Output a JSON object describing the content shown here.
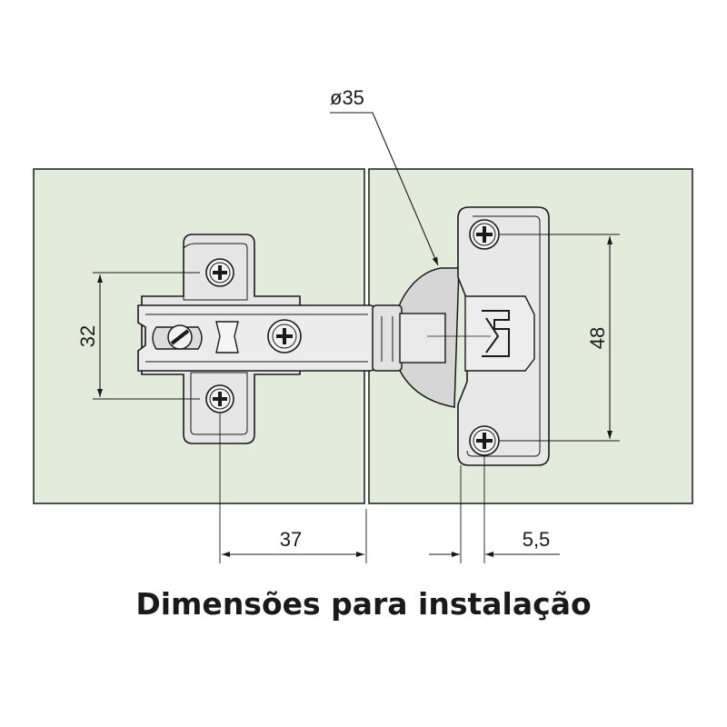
{
  "diagram": {
    "dimensions": {
      "cup_diameter": "ø35",
      "plate_hole_spacing": "32",
      "cup_hole_spacing": "48",
      "plate_offset": "37",
      "cup_offset": "5,5"
    },
    "caption": "Dimensões para instalação",
    "colors": {
      "panel_fill": "#e3ecda",
      "line": "#1a1a1a"
    }
  }
}
